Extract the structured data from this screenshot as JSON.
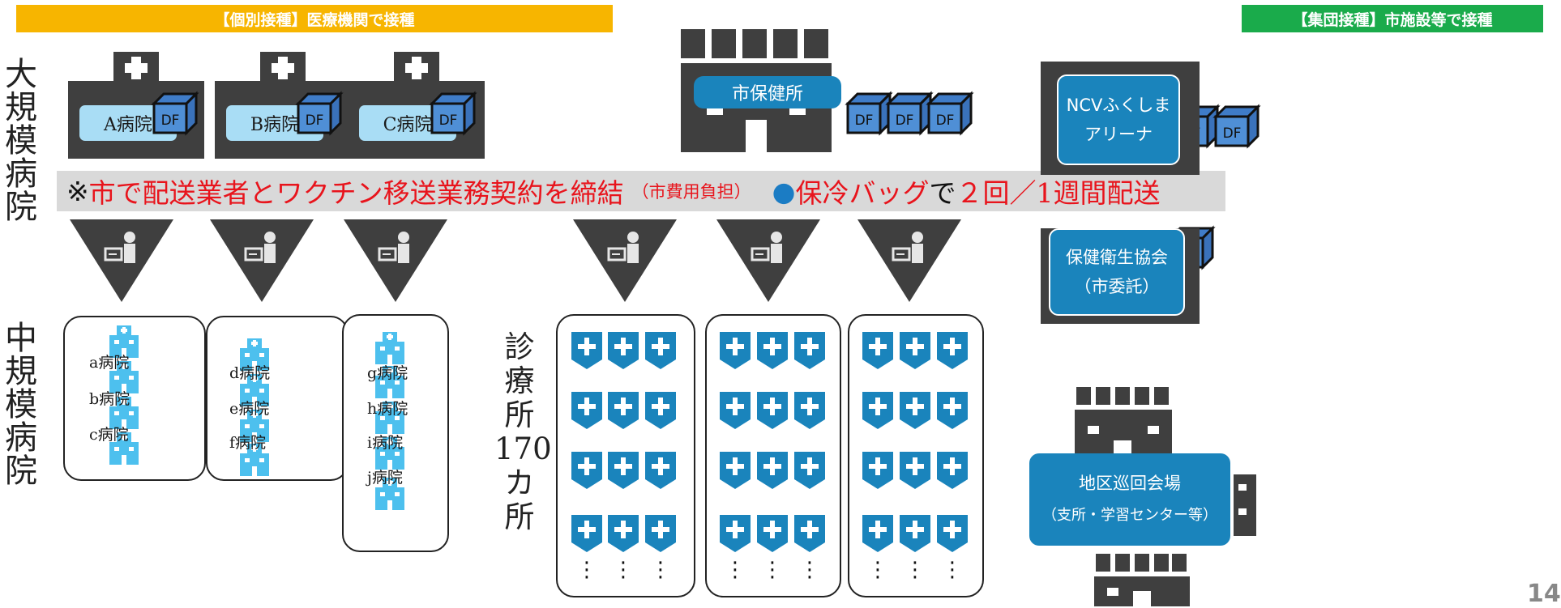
{
  "headers": {
    "individual": "【個別接種】医療機関で接種",
    "group": "【集団接種】市施設等で接種"
  },
  "colors": {
    "individual_header": "#f7b500",
    "group_header": "#1aab4b",
    "building_dark": "#3f3f3f",
    "clinic_blue": "#1a84bc",
    "hospital_light_blue": "#4dc0ee",
    "df_box": "#4f8fd6",
    "band_gray": "#d9d9d9",
    "band_red": "#e8141c"
  },
  "large_hospitals": {
    "label_chars": [
      "大",
      "規",
      "模",
      "病",
      "院"
    ],
    "hospitals": [
      "A病院",
      "B病院",
      "C病院"
    ],
    "health_center": "市保健所",
    "df": "DF"
  },
  "band": {
    "mark": "※",
    "text_red": "市で配送業者とワクチン移送業務契約を締結",
    "note": "（市費用負担）",
    "bullet": "●",
    "bag": "保冷バッグ",
    "delivery_mid": "で",
    "delivery": "２回／1週間配送"
  },
  "mid_hospitals": {
    "label_chars": [
      "中",
      "規",
      "模",
      "病",
      "院"
    ],
    "group1": [
      "a病院",
      "b病院",
      "c病院"
    ],
    "group2": [
      "d病院",
      "e病院",
      "f病院"
    ],
    "group3": [
      "g病院",
      "h病院",
      "i病院",
      "j病院"
    ]
  },
  "clinics": {
    "label_chars": [
      "診",
      "療",
      "所",
      "170",
      "カ",
      "所"
    ],
    "ellipsis": "⋮"
  },
  "group_sites": {
    "arena": [
      "NCVふくしま",
      "アリーナ"
    ],
    "association": [
      "保健衛生協会",
      "（市委託）"
    ],
    "district": [
      "地区巡回会場",
      "（支所・学習センター等）"
    ]
  },
  "page_number": "14"
}
